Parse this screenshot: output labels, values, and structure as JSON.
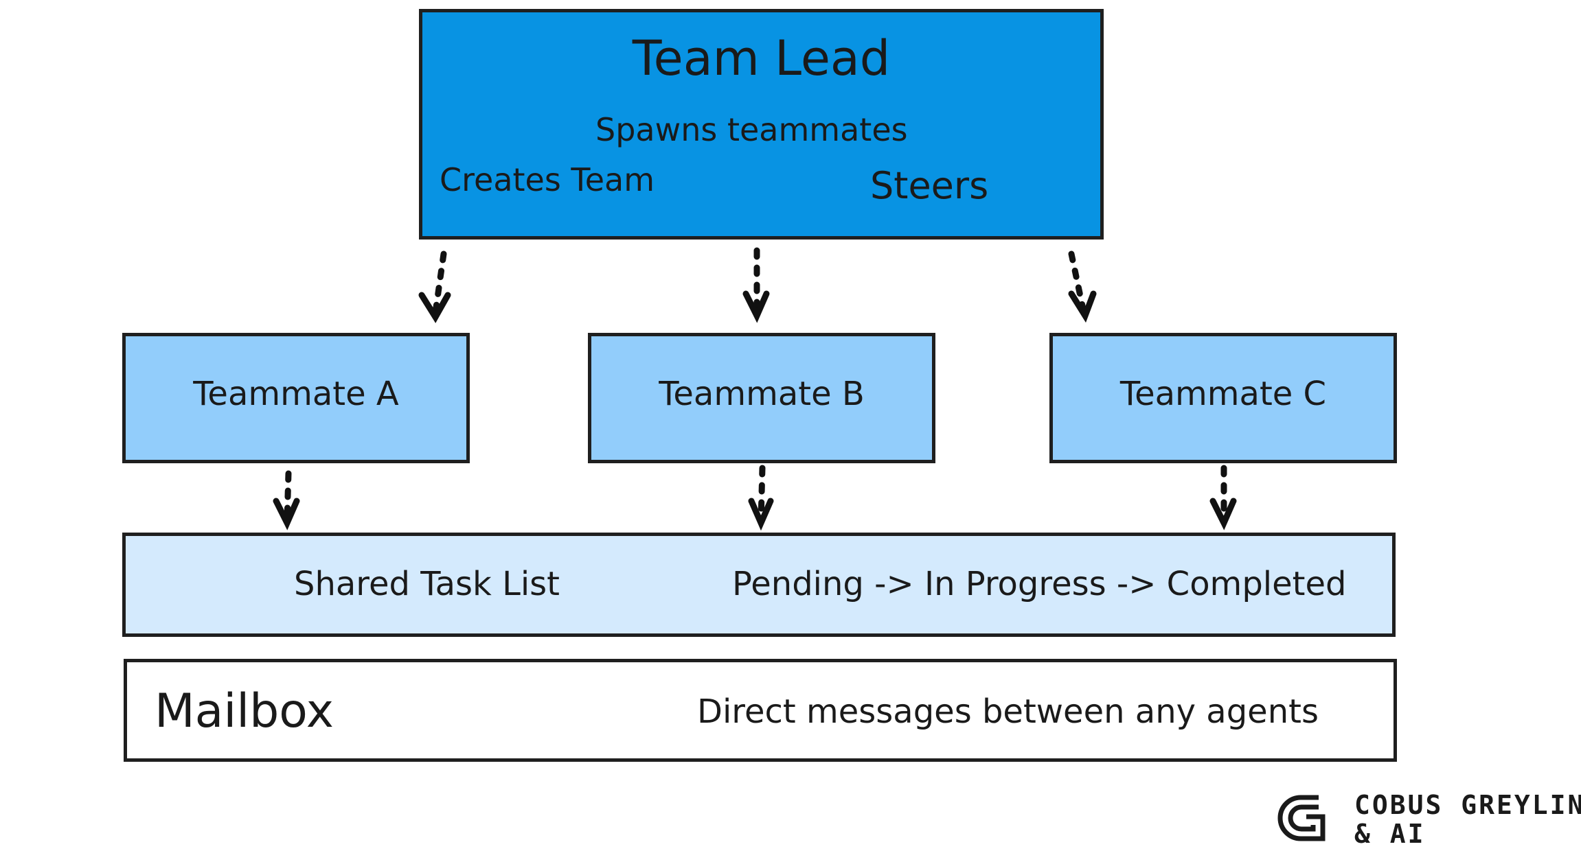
{
  "lead": {
    "title": "Team Lead",
    "spawns": "Spawns teammates",
    "creates": "Creates Team",
    "steers": "Steers"
  },
  "teammates": [
    {
      "label": "Teammate A"
    },
    {
      "label": "Teammate B"
    },
    {
      "label": "Teammate C"
    }
  ],
  "tasks": {
    "title": "Shared Task List",
    "flow": "Pending -> In Progress -> Completed"
  },
  "mailbox": {
    "title": "Mailbox",
    "description": "Direct messages between any agents"
  },
  "brand": {
    "line1": "COBUS GREYLING",
    "line2": "& AI"
  },
  "colors": {
    "lead": "#0893e3",
    "teammate": "#92cdfb",
    "tasks": "#d4eafd",
    "mailbox": "#ffffff",
    "outline": "#1f1f1f"
  }
}
